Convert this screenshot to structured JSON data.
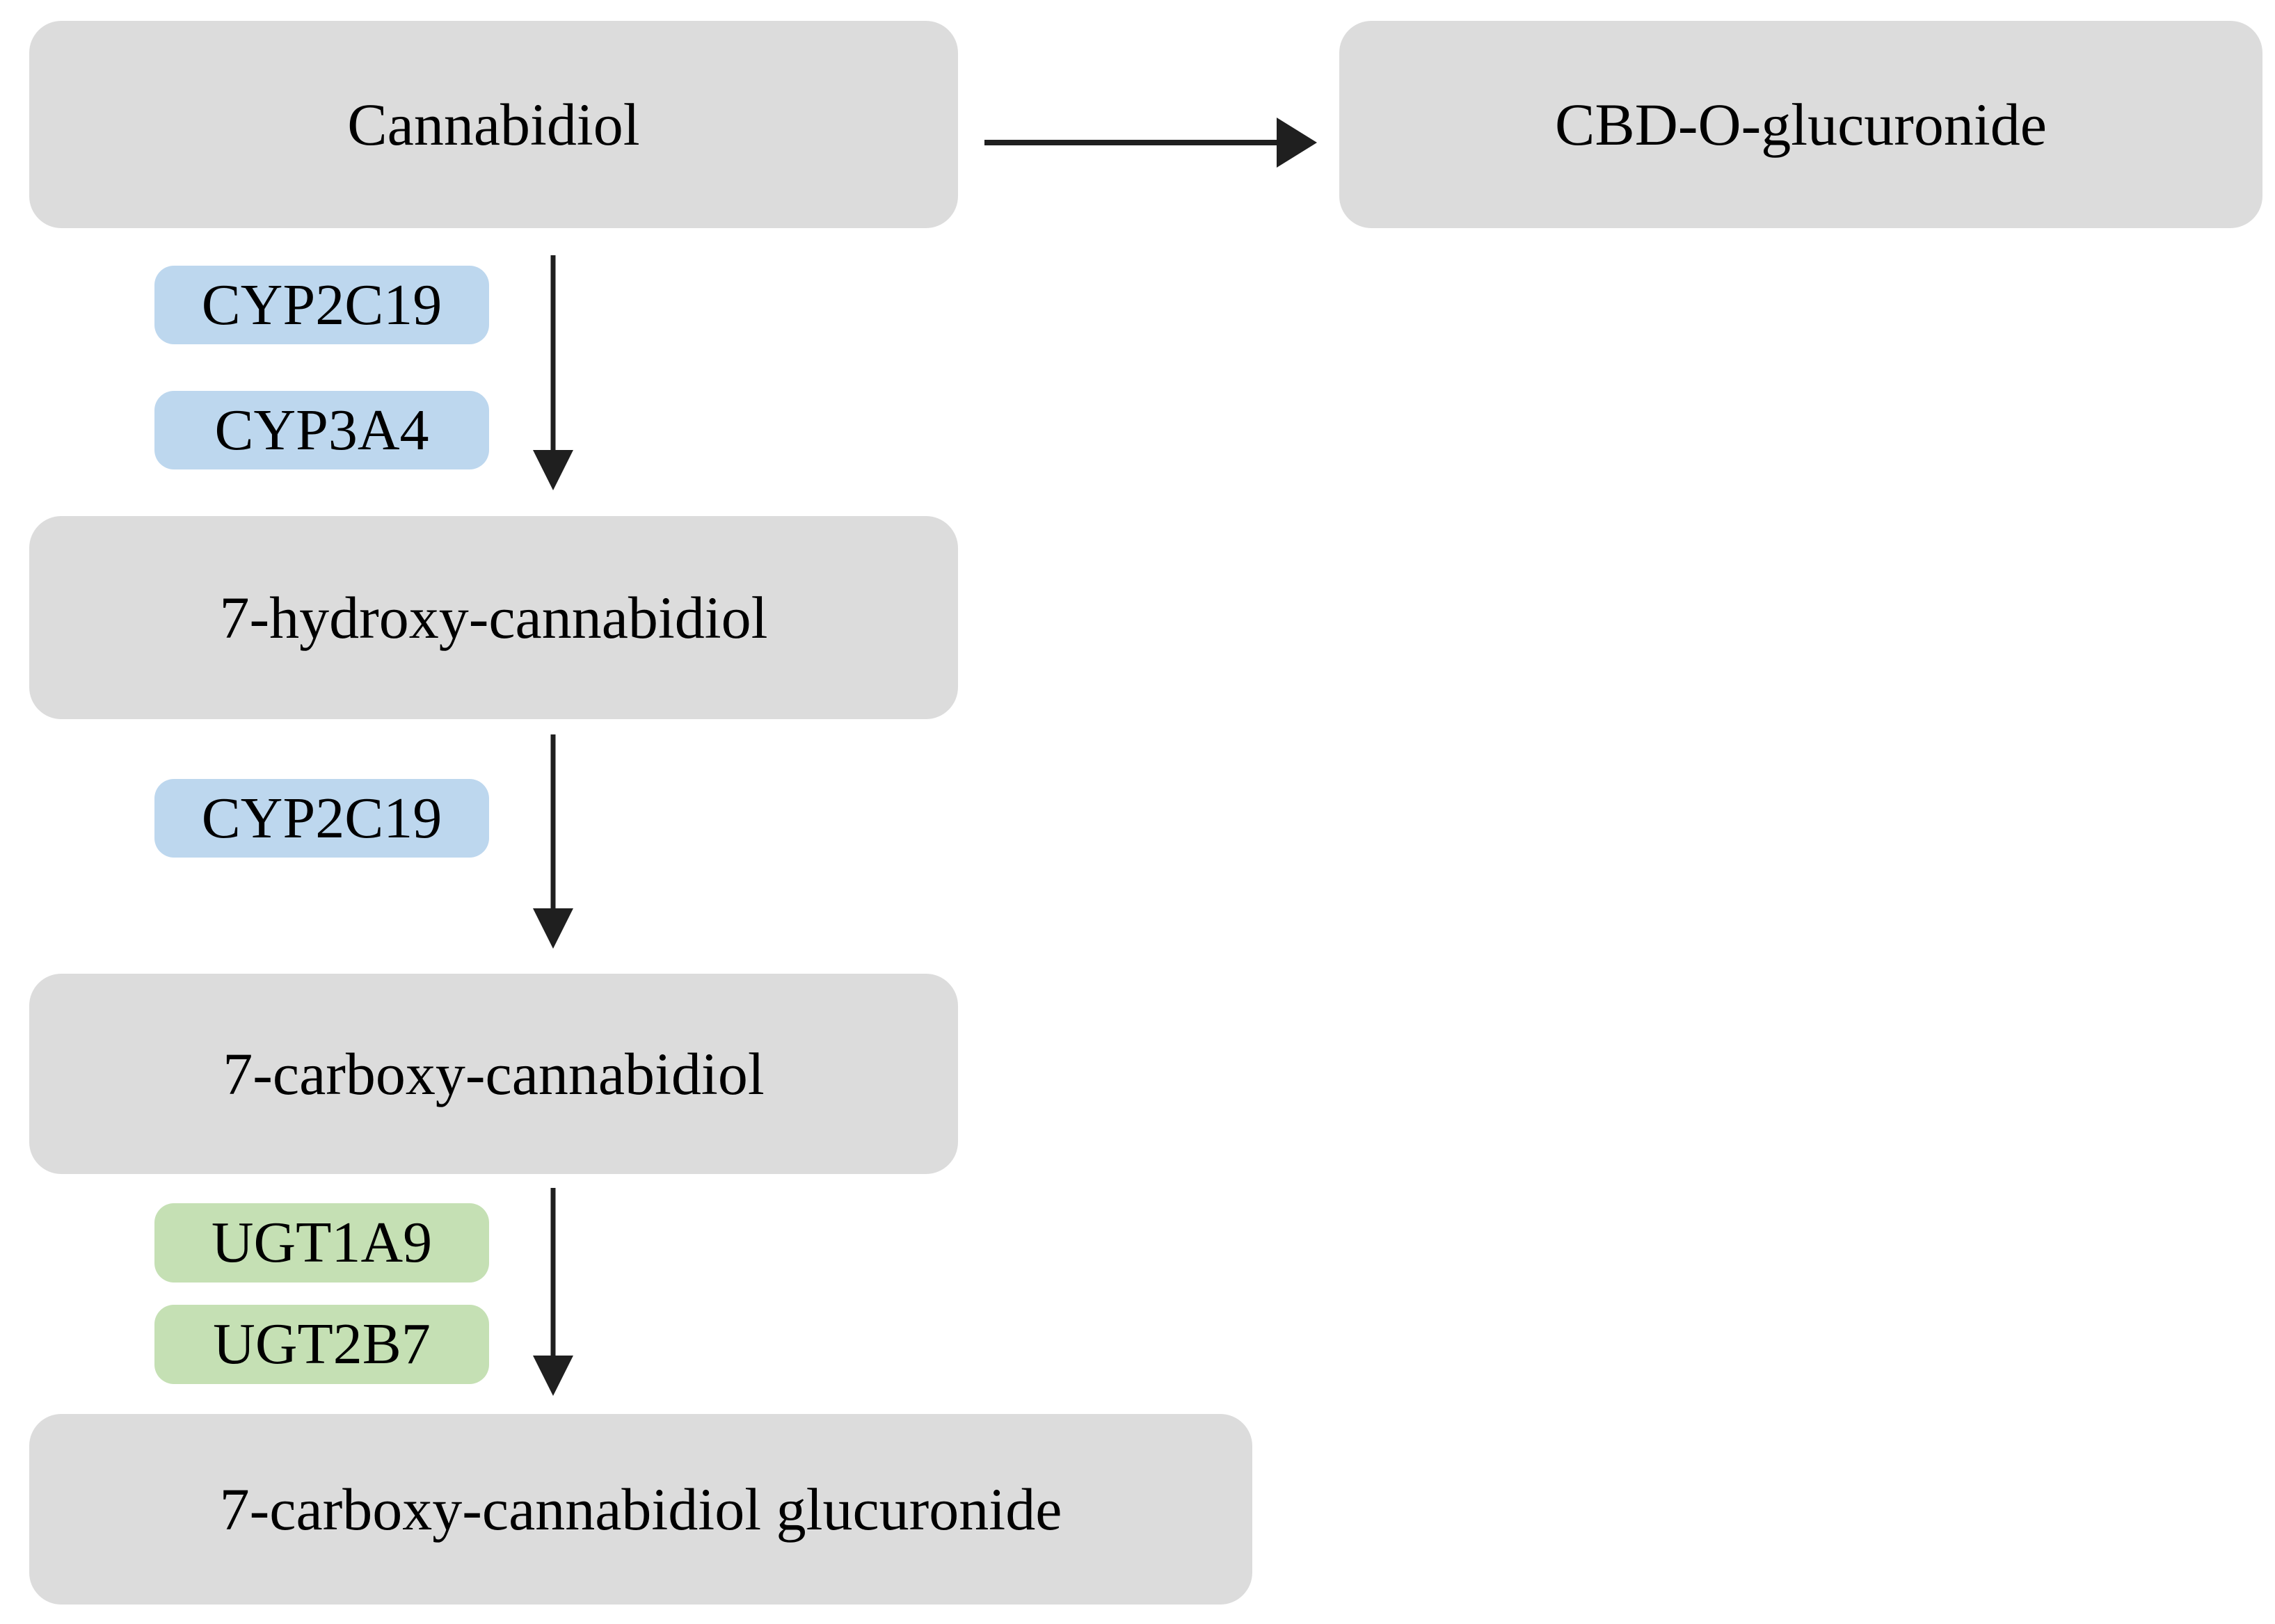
{
  "nodes": {
    "cannabidiol": "Cannabidiol",
    "cbd_o_glucuronide": "CBD-O-glucuronide",
    "hydroxy": "7-hydroxy-cannabidiol",
    "carboxy": "7-carboxy-cannabidiol",
    "carboxy_glucuronide": "7-carboxy-cannabidiol glucuronide"
  },
  "enzymes": {
    "cyp2c19_step1": "CYP2C19",
    "cyp3a4_step1": "CYP3A4",
    "cyp2c19_step2": "CYP2C19",
    "ugt1a9_step3": "UGT1A9",
    "ugt2b7_step3": "UGT2B7"
  },
  "colors": {
    "background": "#ffffff",
    "node_fill": "#dcdcdc",
    "cyp_fill": "#bdd7ee",
    "ugt_fill": "#c5e0b4",
    "arrow": "#1f1f1f",
    "text": "#000000"
  }
}
